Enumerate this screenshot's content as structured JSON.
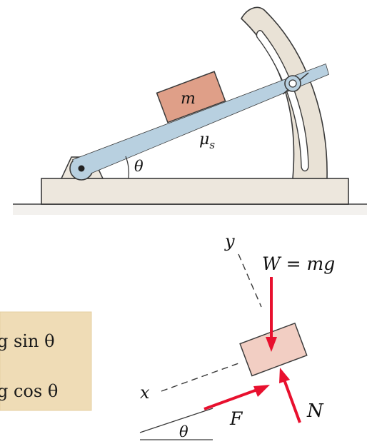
{
  "apparatus": {
    "block_label": "m",
    "friction_label": "μ",
    "friction_subscript": "s",
    "angle_label": "θ"
  },
  "fbd": {
    "y_axis_label": "y",
    "x_axis_label": "x",
    "weight_label": "W = mg",
    "normal_label": "N",
    "friction_label": "F",
    "angle_label": "θ"
  },
  "equations_clip": {
    "line1": "g sin θ",
    "line2": "g cos θ"
  },
  "colors": {
    "block_fill": "#df9f88",
    "fbd_block_fill": "#f2cec3",
    "incline_bar": "#b8d0e0",
    "stand_fill": "#e9e2d6",
    "base_fill": "#ede7dd",
    "force_arrow": "#e8102e",
    "parchment": "#efdcb6"
  }
}
